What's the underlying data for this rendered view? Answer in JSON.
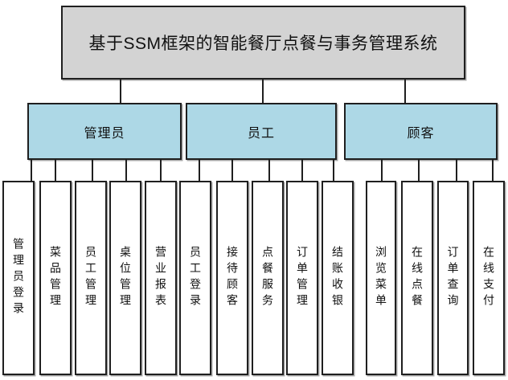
{
  "title": "基于SSM框架的智能餐厅点餐与事务管理系统",
  "groups": [
    {
      "label": "管理员",
      "children": [
        "管理员登录",
        "菜品管理",
        "员工管理",
        "桌位管理",
        "营业报表"
      ]
    },
    {
      "label": "员工",
      "children": [
        "员工登录",
        "接待顾客",
        "点餐服务",
        "订单管理",
        "结账收银"
      ]
    },
    {
      "label": "顾客",
      "children": [
        "浏览菜单",
        "在线点餐",
        "订单查询",
        "在线支付"
      ]
    }
  ],
  "colors": {
    "root_fill": "#d3d3d3",
    "group_fill": "#add8e6",
    "leaf_fill": "#ffffff",
    "border": "#1f1f1f",
    "connector": "#1f1f1f",
    "background": "#ffffff"
  }
}
